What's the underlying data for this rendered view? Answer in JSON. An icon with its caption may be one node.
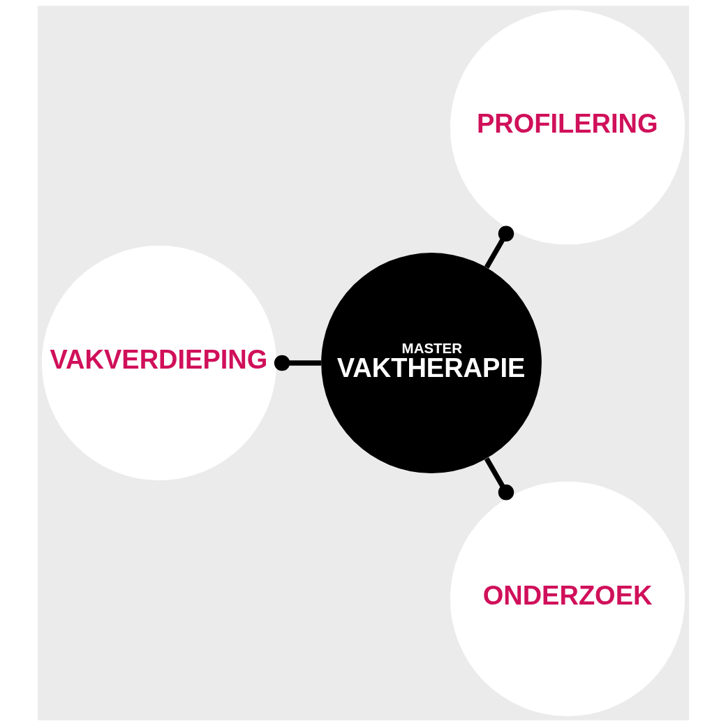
{
  "diagram": {
    "nodes": [
      {
        "text": [
          "PROFILERING"
        ]
      },
      {
        "text": [
          "MASTER",
          "VAKTHERAPIE"
        ]
      },
      {
        "text": [
          "VAKVERDIEPING"
        ]
      },
      {
        "text": [
          "ONDERZOEK"
        ]
      }
    ],
    "edges": [
      {
        "from": 1,
        "to": 0,
        "arrow": "other"
      },
      {
        "from": 1,
        "to": 2,
        "arrow": "other"
      },
      {
        "from": 1,
        "to": 3,
        "arrow": "other"
      }
    ]
  }
}
